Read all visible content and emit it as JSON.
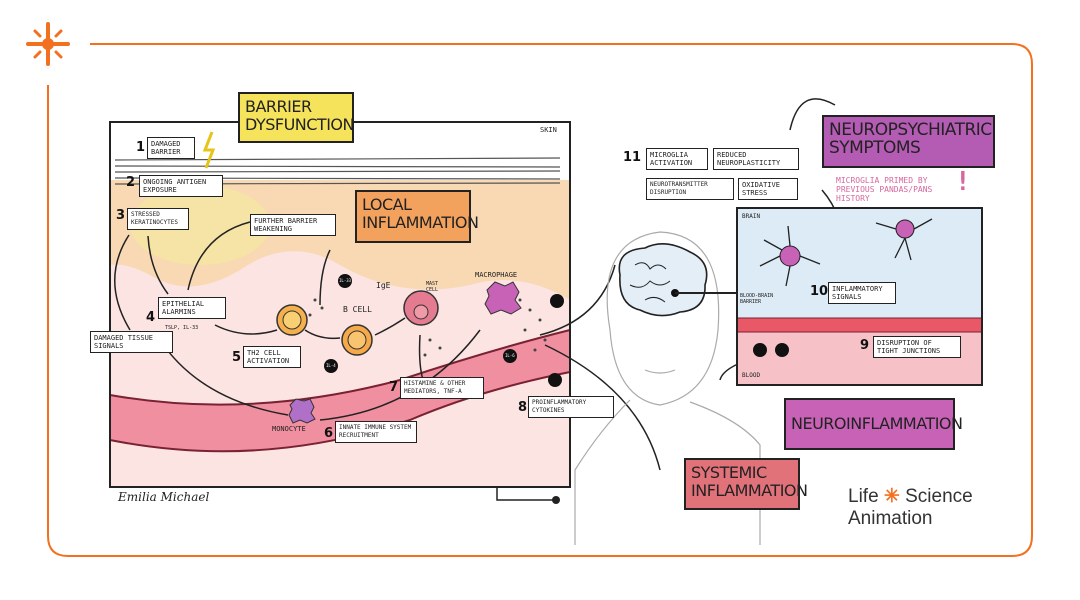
{
  "colors": {
    "accent": "#f37021",
    "barrier": "#f6e35c",
    "local": "#f3a25e",
    "neuro_symptoms": "#b45bb3",
    "neuroinflammation": "#c862b6",
    "systemic": "#e2727a",
    "dermis": "#fbe4e1",
    "epidermis": "#f8d9b4",
    "vessel": "#f08fa0",
    "brain_tissue": "#dcebf6"
  },
  "titles": {
    "barrier": "BARRIER DYSFUNCTION",
    "local": "LOCAL INFLAMMATION",
    "neuro_symptoms": "NEUROPSYCHIATRIC SYMPTOMS",
    "neuroinflammation": "NEUROINFLAMMATION",
    "systemic": "SYSTEMIC INFLAMMATION"
  },
  "skin_panel": {
    "corner_label": "SKIN",
    "steps": [
      {
        "num": "1",
        "text": "DAMAGED BARRIER"
      },
      {
        "num": "2",
        "text": "ONGOING ANTIGEN EXPOSURE"
      },
      {
        "num": "3",
        "text": "STRESSED KERATINOCYTES"
      },
      {
        "num": "4",
        "text": "EPITHELIAL ALARMINS",
        "sub": "TSLP, IL-33"
      },
      {
        "num": "5",
        "text": "TH2 CELL ACTIVATION"
      },
      {
        "num": "6",
        "text": "INNATE IMMUNE SYSTEM RECRUITMENT"
      },
      {
        "num": "7",
        "text": "HISTAMINE & OTHER MEDIATORS, TNF-α"
      },
      {
        "num": "8",
        "text": "PROINFLAMMATORY CYTOKINES"
      }
    ],
    "further_barrier": "FURTHER BARRIER WEAKENING",
    "damaged_tissue": "DAMAGED TISSUE SIGNALS",
    "cells": {
      "b_cell": "B CELL",
      "ige": "IgE",
      "mast_cell": "MAST CELL",
      "macrophage": "MACROPHAGE",
      "monocyte": "MONOCYTE"
    },
    "cytokines": {
      "il33": "IL-33",
      "il4": "IL-4",
      "il6": "IL-6"
    }
  },
  "brain_panel": {
    "brain_label": "BRAIN",
    "bbb_label": "BLOOD-BRAIN BARRIER",
    "blood_label": "BLOOD",
    "step9": {
      "num": "9",
      "text": "DISRUPTION OF TIGHT JUNCTIONS"
    },
    "step10": {
      "num": "10",
      "text": "INFLAMMATORY SIGNALS"
    }
  },
  "step11": {
    "num": "11",
    "items": [
      "MICROGLIA ACTIVATION",
      "REDUCED NEUROPLASTICITY",
      "NEUROTRANSMITTER DISRUPTION",
      "OXIDATIVE STRESS"
    ]
  },
  "primed_note": "MICROGLIA PRIMED BY PREVIOUS PANDAS/PANS HISTORY",
  "primed_mark": "!",
  "signature": "Emilia Michael",
  "logo": {
    "word1": "Life",
    "word2": "Science",
    "word3": "Animation"
  }
}
